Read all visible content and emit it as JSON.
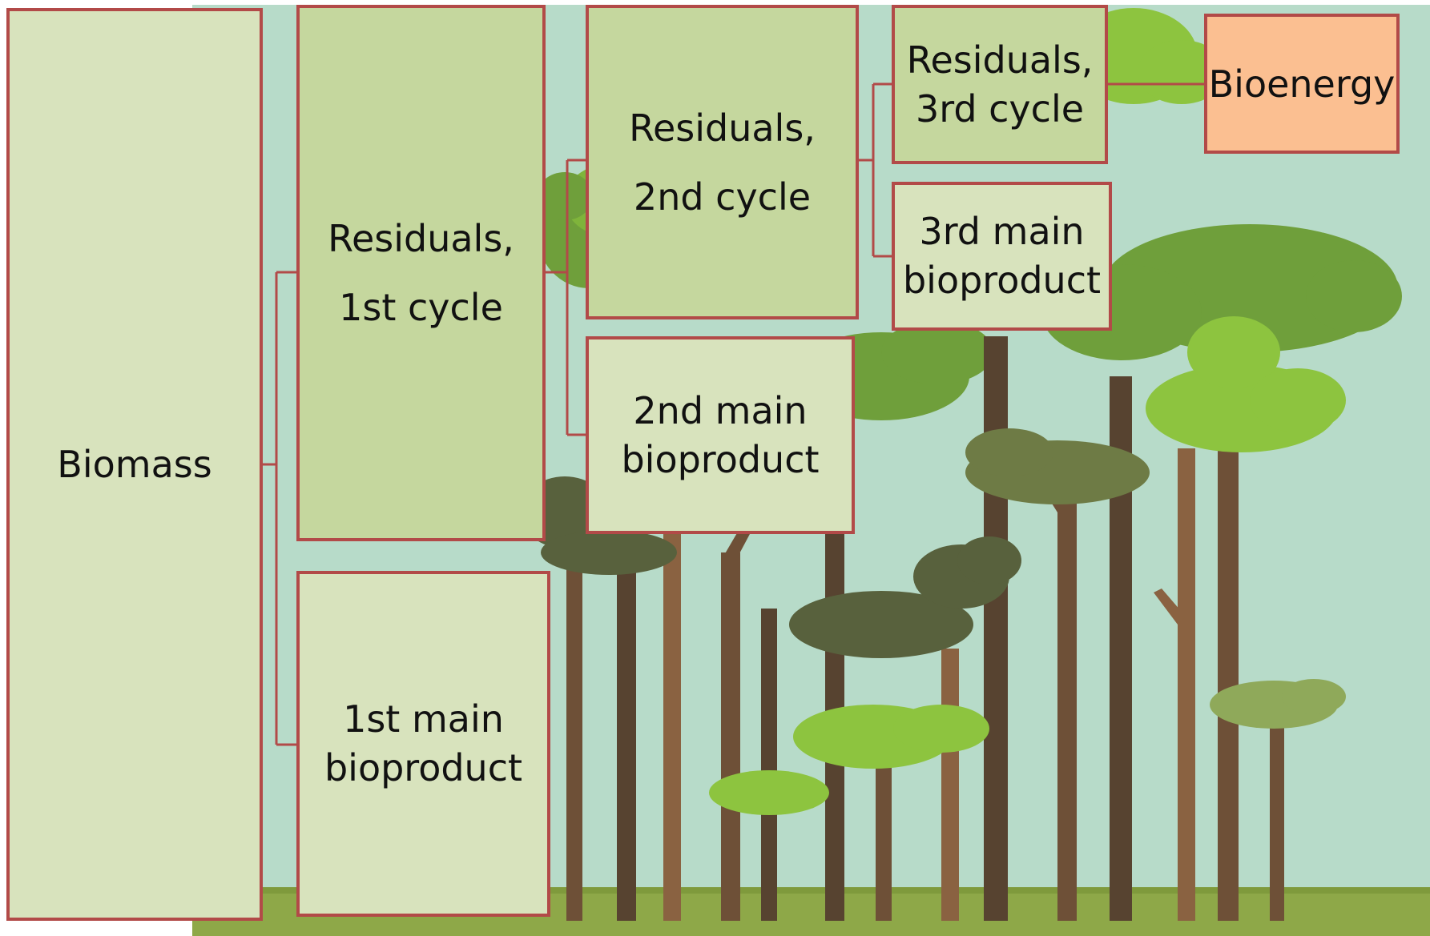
{
  "diagram": {
    "type": "flow-tree",
    "colors": {
      "sky": "#b7dbc9",
      "ground": "#8ea848",
      "border": "#b24a48",
      "box_light": "#d8e3bd",
      "box_mid": "#c5d79e",
      "box_orange": "#fbbf91",
      "trunk_dark": "#574330",
      "trunk_mid": "#6e5037",
      "trunk_light": "#8a6241",
      "canopy_light": "#8dc43f",
      "canopy_mid": "#6f9f3b",
      "canopy_olive": "#6e7b45",
      "canopy_dark": "#58613d"
    },
    "nodes": [
      {
        "id": "biomass",
        "label": "Biomass"
      },
      {
        "id": "res1",
        "label": "Residuals,\n1st cycle"
      },
      {
        "id": "main1",
        "label": "1st main\nbioproduct"
      },
      {
        "id": "res2",
        "label": "Residuals,\n2nd cycle"
      },
      {
        "id": "main2",
        "label": "2nd main\nbioproduct"
      },
      {
        "id": "res3",
        "label": "Residuals,\n3rd cycle"
      },
      {
        "id": "main3",
        "label": "3rd main\nbioproduct"
      },
      {
        "id": "bioenergy",
        "label": "Bioenergy"
      }
    ],
    "edges": [
      {
        "from": "biomass",
        "to": "res1"
      },
      {
        "from": "biomass",
        "to": "main1"
      },
      {
        "from": "res1",
        "to": "res2"
      },
      {
        "from": "res1",
        "to": "main2"
      },
      {
        "from": "res2",
        "to": "res3"
      },
      {
        "from": "res2",
        "to": "main3"
      },
      {
        "from": "res3",
        "to": "bioenergy"
      }
    ]
  }
}
